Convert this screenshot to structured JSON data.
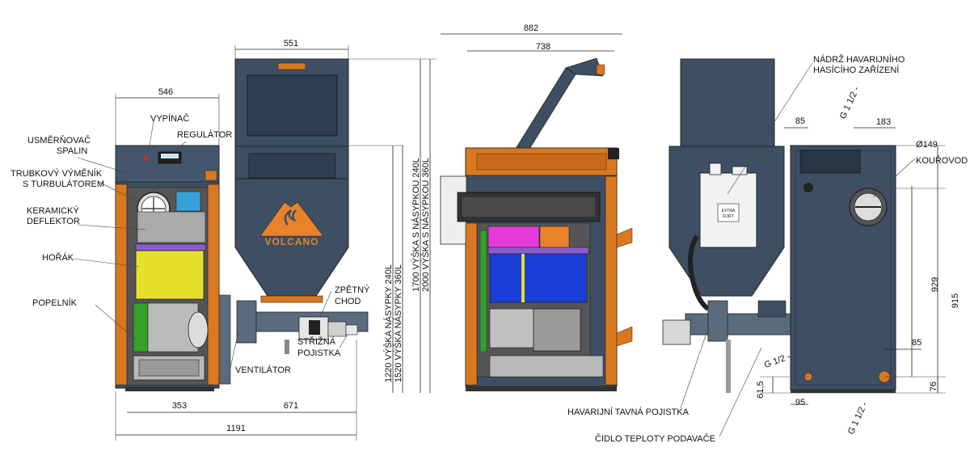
{
  "labels": {
    "usmernovac_1": "USMĚRŇOVAČ",
    "usmernovac_2": "SPALIN",
    "vypinac": "VYPÍNAČ",
    "regulator": "REGULÁTOR",
    "trubkovy_1": "TRUBKOVÝ VÝMĚNÍK",
    "trubkovy_2": "S TURBULÁTOREM",
    "keramicky_1": "KERAMICKÝ",
    "keramicky_2": "DEFLEKTOR",
    "horak": "HOŘÁK",
    "popelnik": "POPELNÍK",
    "ventilator": "VENTILÁTOR",
    "zpetny_1": "ZPĚTNÝ",
    "zpetny_2": "CHOD",
    "strizna_1": "STŘIŽNÁ",
    "strizna_2": "POJISTKA",
    "brand": "VOLCANO",
    "nadrz_1": "NÁDRŽ HAVARIJNÍHO",
    "nadrz_2": "HASÍCÍHO ZAŘÍZENÍ",
    "kourovod": "KOUŘOVOD",
    "havarijni": "HAVARIJNÍ TAVNÁ POJISTKA",
    "cidlo": "ČIDLO TEPLOTY PODAVAČE",
    "extra_fort_1": "EXTRA",
    "extra_fort_2": "FORT"
  },
  "vertical_labels": {
    "h1220": "1220 VÝŠKA NÁSYPKY 240L",
    "h1520": "1520 VÝŠKA NÁSYPKY 360L",
    "h1700": "1700 VÝŠKA S NÁSYPKOU 240L",
    "h2000": "2000 VÝŠKA S NÁSYPKOU 360L"
  },
  "dimensions": {
    "d546": "546",
    "d551": "551",
    "d882": "882",
    "d738": "738",
    "d353": "353",
    "d671": "671",
    "d1191": "1191",
    "d85_top": "85",
    "d183": "183",
    "d149": "Ø149",
    "d929": "929",
    "d915": "915",
    "d85_right": "85",
    "d76": "76",
    "d95": "95",
    "d61_5": "61,5",
    "g_top": "G 1 1/2 -",
    "g_half": "G 1/2 -",
    "g_bottom": "G 1 1/2 -"
  },
  "colors": {
    "body": "#3e4f63",
    "insulation": "#d9781f",
    "burner": "#e6e02a",
    "water": "#1a3fd6",
    "magenta": "#e63ad9",
    "green": "#35a12a",
    "purple": "#8c5ad0",
    "cyan": "#3aa0d8",
    "ash": "#b9b9b9"
  }
}
